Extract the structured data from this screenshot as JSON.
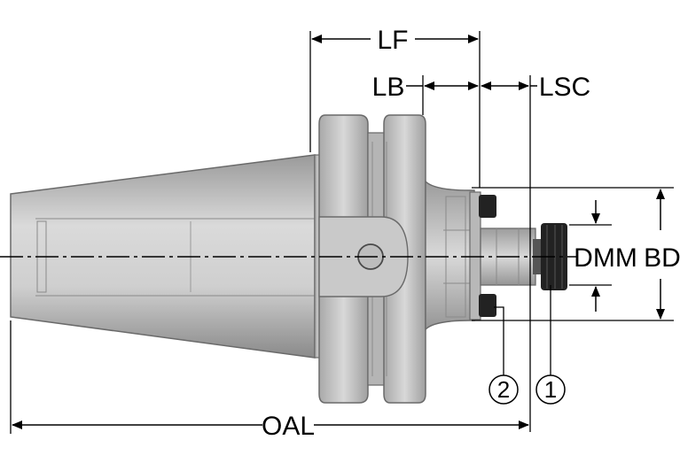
{
  "dimensions": {
    "lf": "LF",
    "lb": "LB",
    "lsc": "LSC",
    "dmm": "DMM",
    "bd": "BD",
    "oal": "OAL"
  },
  "callouts": {
    "one": "1",
    "two": "2"
  },
  "colors": {
    "body_light": "#d4d4d4",
    "body_mid": "#b8b8b8",
    "body_dark": "#8e8e8e",
    "outline": "#6a6a6a",
    "dark_part": "#222222",
    "line": "#000000"
  }
}
